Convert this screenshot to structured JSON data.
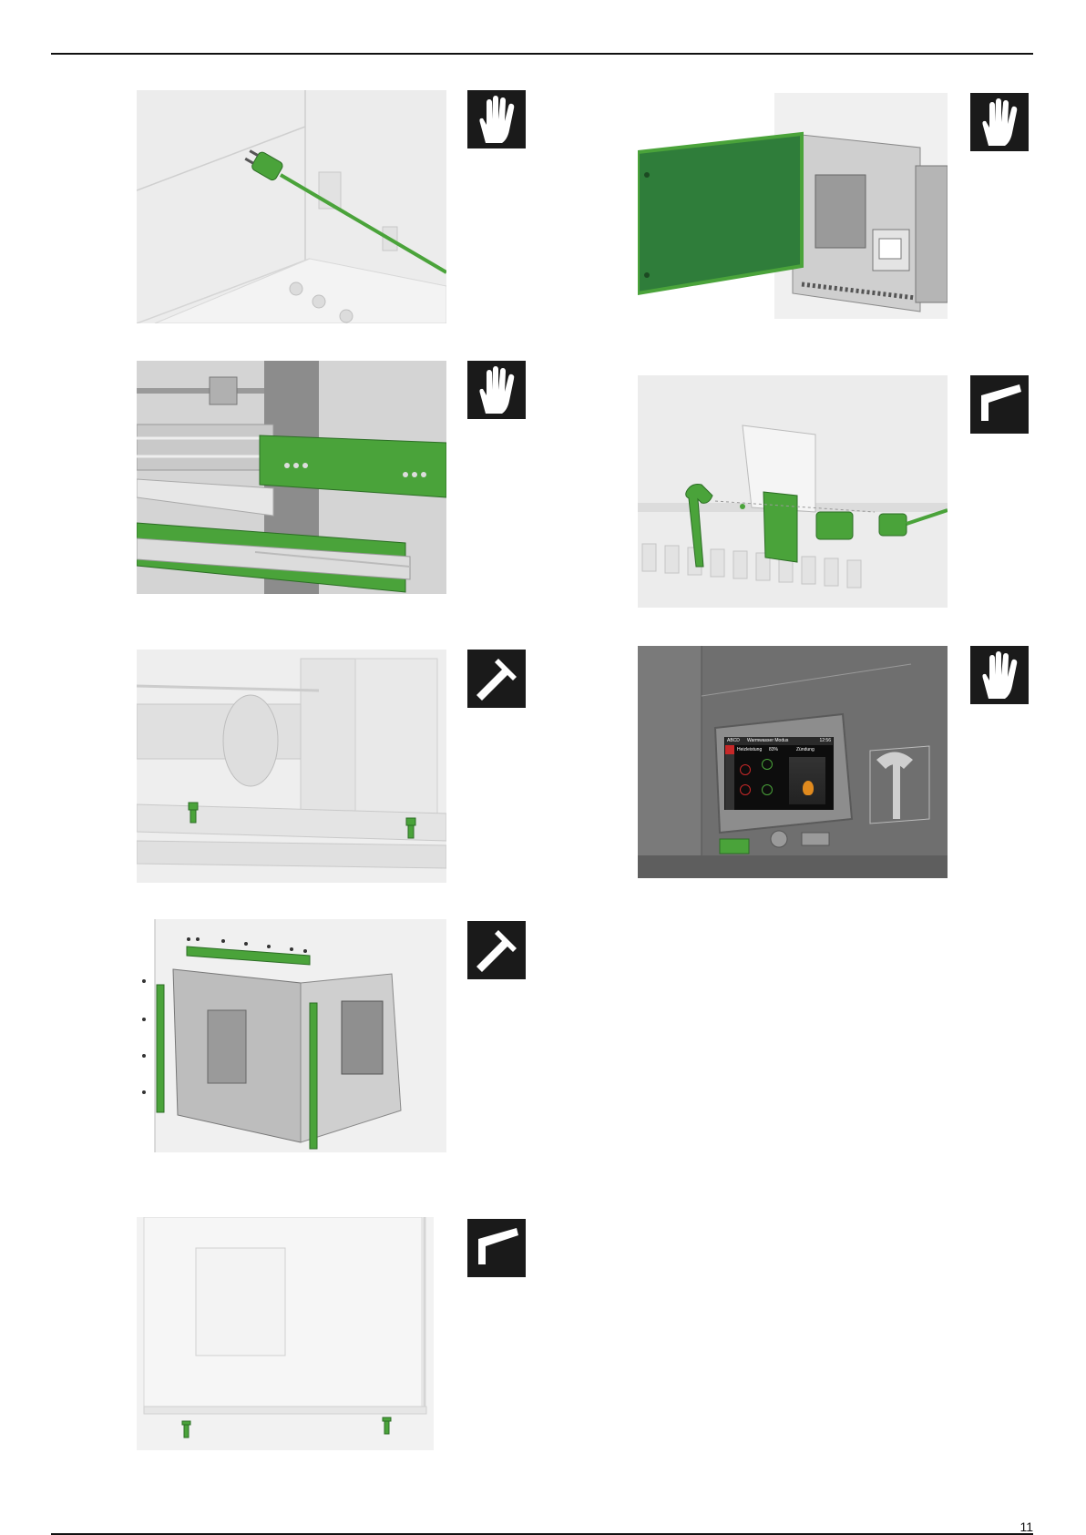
{
  "page": {
    "accent_green": "#4aa33a",
    "dark_green": "#2f7d3a",
    "panel_grey": "#ededed",
    "page_number": "11"
  },
  "steps": [
    {
      "id": 1,
      "tool_icon": "hand-icon",
      "scene": "power-plug-cable"
    },
    {
      "id": 2,
      "tool_icon": "hand-icon",
      "scene": "open-door-panel"
    },
    {
      "id": 3,
      "tool_icon": "hand-icon",
      "scene": "slide-rails"
    },
    {
      "id": 4,
      "tool_icon": "hex-key-icon",
      "scene": "key-lock-connector"
    },
    {
      "id": 5,
      "tool_icon": "t-handle-wrench-icon",
      "scene": "rail-screws"
    },
    {
      "id": 6,
      "tool_icon": "hand-icon",
      "scene": "control-display-panel"
    },
    {
      "id": 7,
      "tool_icon": "t-handle-wrench-icon",
      "scene": "frame-side-strips"
    },
    {
      "id": 8,
      "tool_icon": "hex-key-icon",
      "scene": "bottom-screws"
    }
  ],
  "display": {
    "header_left": "ABCD",
    "header_title": "Warmwasser Modus",
    "header_time": "12:56",
    "row_label": "Heizleistung",
    "row_value": "83%",
    "right_label": "Zündung"
  }
}
